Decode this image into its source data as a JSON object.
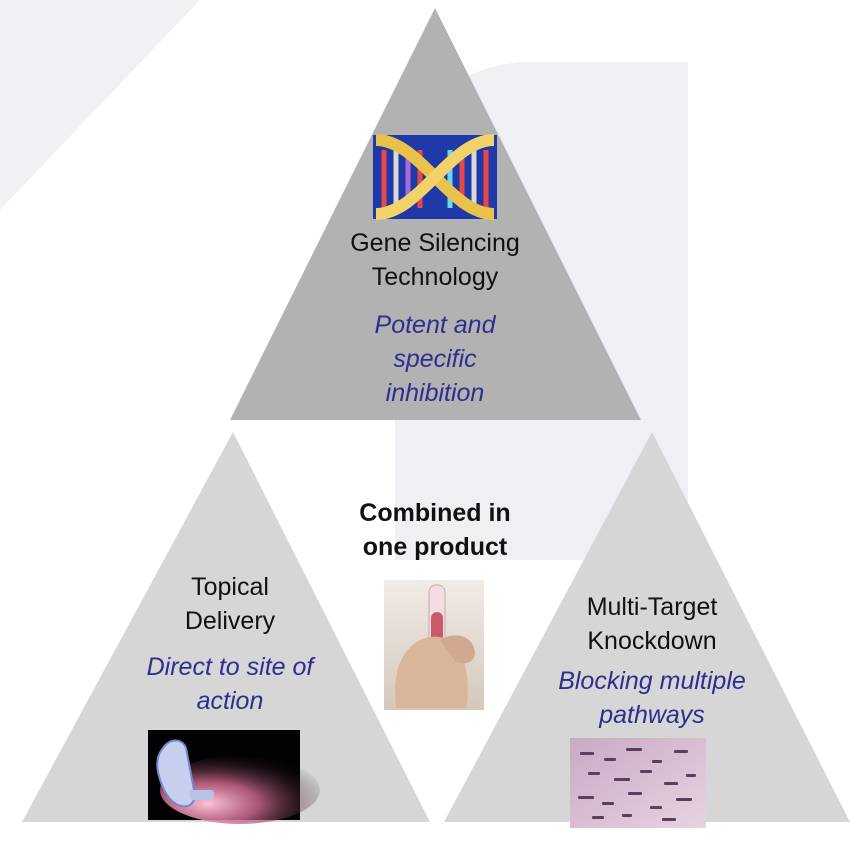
{
  "colors": {
    "top_triangle": "#b2b2b2",
    "side_triangles": "#d6d6d6",
    "watermark": "#eef0f4",
    "italic_text": "#2e2e8f",
    "body_text": "#111111"
  },
  "top": {
    "title_line1": "Gene Silencing",
    "title_line2": "Technology",
    "subtitle_line1": "Potent and",
    "subtitle_line2": "specific",
    "subtitle_line3": "inhibition",
    "icon": "dna-helix-icon"
  },
  "center": {
    "line1": "Combined in",
    "line2": "one product",
    "icon": "test-tube-icon"
  },
  "left": {
    "title_line1": "Topical",
    "title_line2": "Delivery",
    "subtitle_line1": "Direct to site of",
    "subtitle_line2": "action",
    "icon": "spray-nozzle-icon"
  },
  "right": {
    "title_line1": "Multi-Target",
    "title_line2": "Knockdown",
    "subtitle_line1": "Blocking multiple",
    "subtitle_line2": "pathways",
    "icon": "gel-bands-icon"
  }
}
